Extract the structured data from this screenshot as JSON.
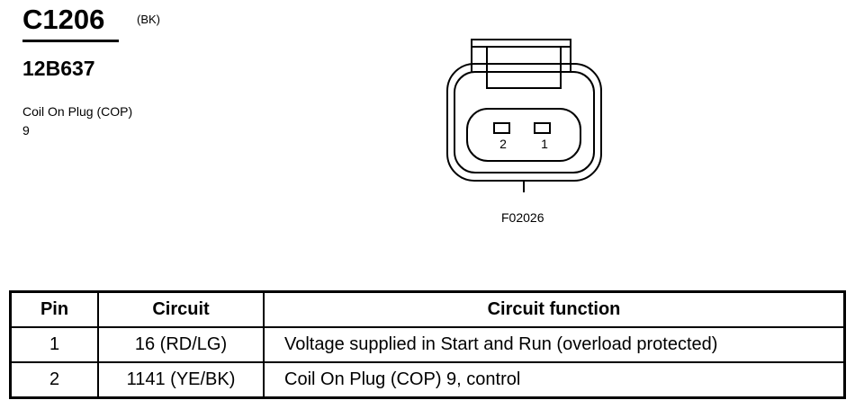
{
  "connector": {
    "id": "C1206",
    "color": "(BK)",
    "part_number": "12B637",
    "description_line1": "Coil On Plug (COP)",
    "description_line2": "9"
  },
  "diagram": {
    "pin_labels": [
      "2",
      "1"
    ],
    "figure_code": "F02026"
  },
  "table": {
    "headers": [
      "Pin",
      "Circuit",
      "Circuit function"
    ],
    "rows": [
      {
        "pin": "1",
        "circuit": "16 (RD/LG)",
        "function": "Voltage supplied in Start and Run (overload protected)"
      },
      {
        "pin": "2",
        "circuit": "1141 (YE/BK)",
        "function": "Coil On Plug (COP) 9, control"
      }
    ]
  }
}
